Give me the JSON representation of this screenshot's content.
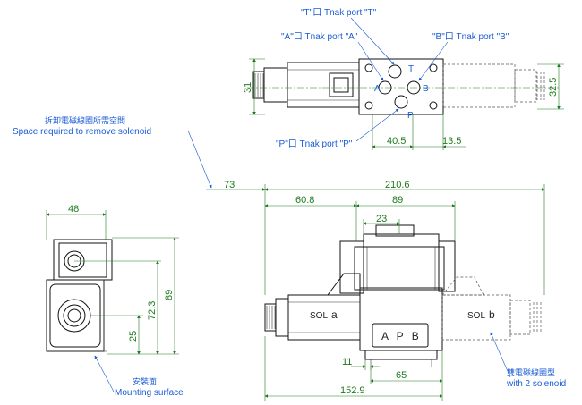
{
  "callouts": {
    "port_t": "\"T\"口 Tnak port \"T\"",
    "port_a": "\"A\"口 Tnak port \"A\"",
    "port_b": "\"B\"口 Tnak port \"B\"",
    "port_p": "\"P\"口 Tnak port \"P\"",
    "remove_cn": "拆卸電磁線圈所需空間",
    "remove_en": "Space required to remove solenoid",
    "mount_cn": "安裝面",
    "mount_en": "Mounting surface",
    "dual_cn": "雙電磁線圈型",
    "dual_en": "with 2 solenoid"
  },
  "port_letters": {
    "t": "T",
    "a": "A",
    "b": "B",
    "p": "P"
  },
  "body_labels": {
    "sol_a_prefix": "SOL",
    "sol_a_letter": "a",
    "sol_b_prefix": "SOL",
    "sol_b_letter": "b",
    "name_plate": "A P B"
  },
  "dimensions": {
    "d31": "31",
    "d32_5": "32.5",
    "d40_5": "40.5",
    "d13_5": "13.5",
    "d73": "73",
    "d210_6": "210.6",
    "d60_8": "60.8",
    "d89_top": "89",
    "d23": "23",
    "d48": "48",
    "d89_side": "89",
    "d72_3": "72.3",
    "d25": "25",
    "d11": "11",
    "d65": "65",
    "d152_9": "152.9"
  },
  "colors": {
    "callout": "#1a5bd6",
    "dimension": "#1f7a1f",
    "outline": "#111111"
  }
}
